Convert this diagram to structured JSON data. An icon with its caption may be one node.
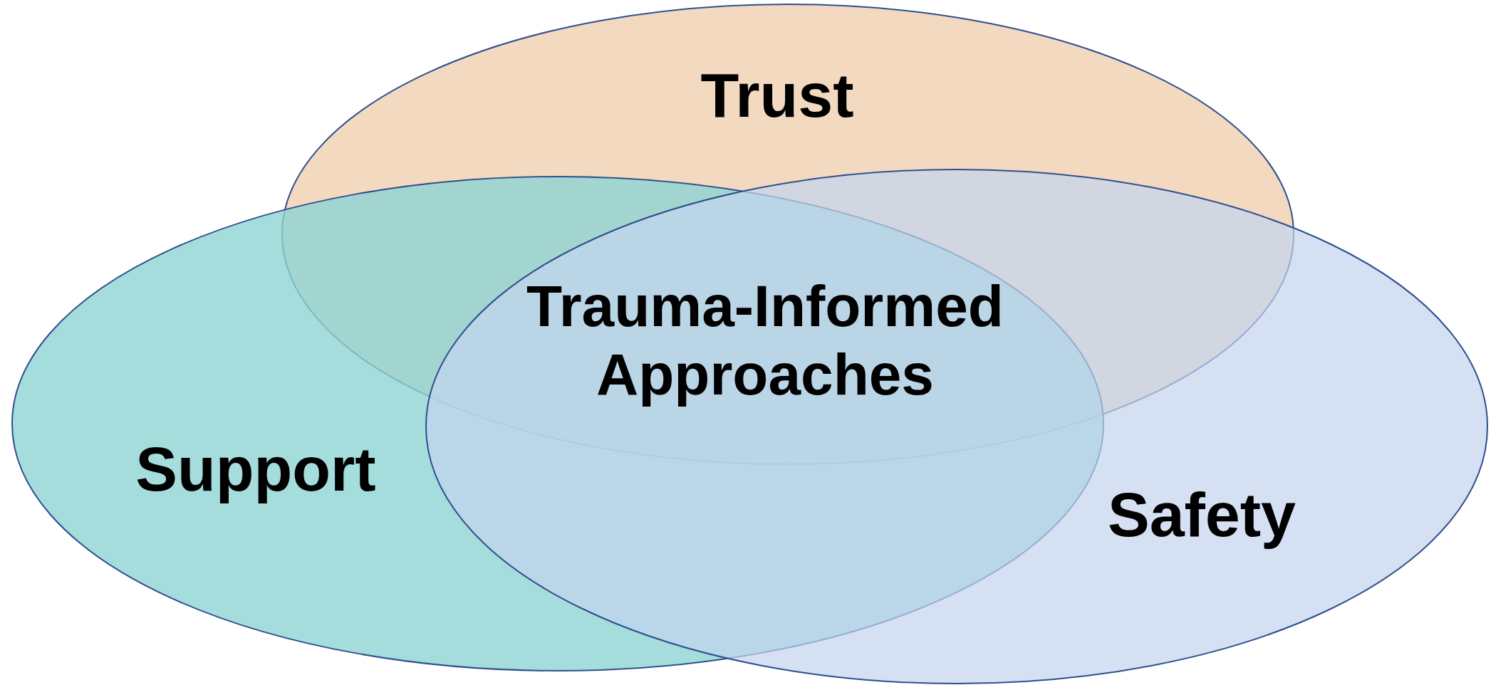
{
  "diagram": {
    "nodes": [
      {
        "text": [
          "Trust"
        ]
      },
      {
        "text": [
          "Support"
        ]
      },
      {
        "text": [
          "Safety"
        ]
      }
    ],
    "labels": [
      "Trauma-Informed Approaches"
    ]
  }
}
